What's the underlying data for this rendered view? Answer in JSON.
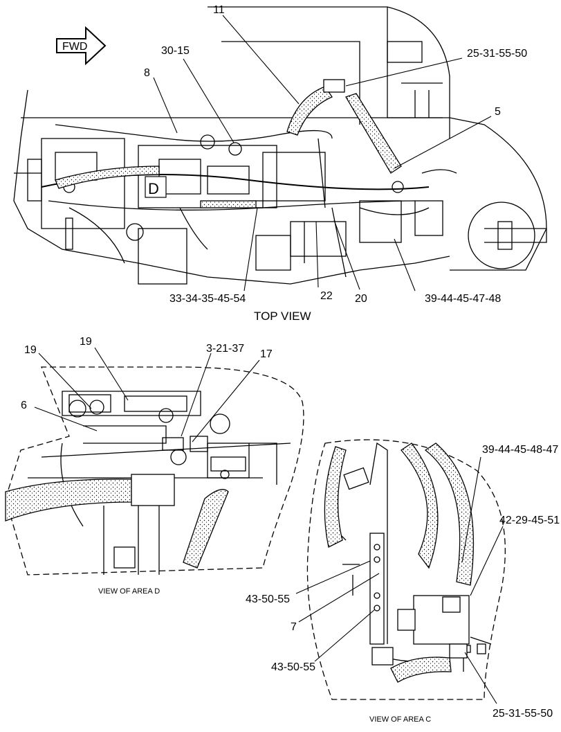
{
  "fwd_label": "FWD",
  "top_view": {
    "area_marker": "D",
    "caption": "TOP VIEW",
    "callouts": [
      "11",
      "30-15",
      "8",
      "25-31-55-50",
      "5",
      "33-34-35-45-54",
      "22",
      "20",
      "39-44-45-47-48"
    ]
  },
  "view_d": {
    "caption": "VIEW OF AREA D",
    "callouts": [
      "19",
      "19",
      "3-21-37",
      "17",
      "6"
    ]
  },
  "view_c": {
    "caption": "VIEW OF AREA C",
    "callouts": [
      "39-44-45-48-47",
      "42-29-45-51",
      "43-50-55",
      "7",
      "43-50-55",
      "25-31-55-50"
    ]
  }
}
